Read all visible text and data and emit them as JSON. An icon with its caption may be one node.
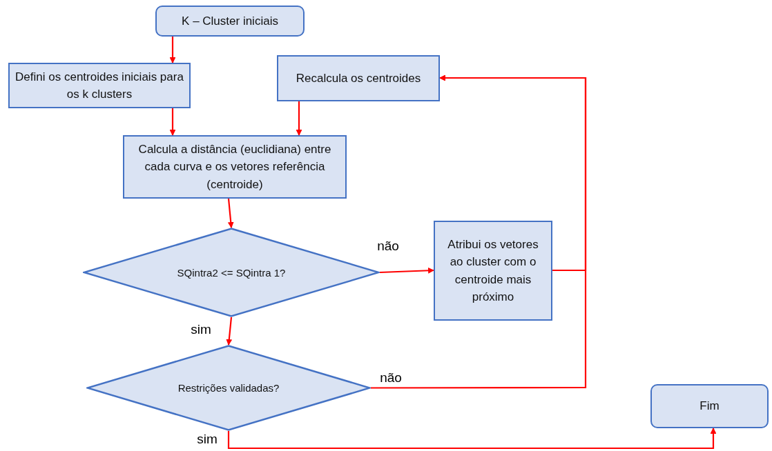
{
  "diagram": {
    "nodes": [
      {
        "text": [
          "K – Cluster iniciais"
        ]
      },
      {
        "text": [
          "Defini os centroides iniciais para os k clusters"
        ]
      },
      {
        "text": [
          "Recalcula os centroides"
        ]
      },
      {
        "text": [
          "Calcula a distância (euclidiana) entre cada curva e os vetores referência (centroide)"
        ]
      },
      {
        "text": [
          "SQintra2 <= SQintra 1?"
        ]
      },
      {
        "text": [
          "Atribui os vetores ao cluster com o centroide mais próximo"
        ]
      },
      {
        "text": [
          "Restrições validadas?"
        ]
      },
      {
        "text": [
          "Fim"
        ]
      }
    ],
    "edges": [
      {
        "from": 0,
        "to": 1,
        "arrow": "to"
      },
      {
        "from": 1,
        "to": 3,
        "arrow": "to"
      },
      {
        "from": 2,
        "to": 3,
        "arrow": "to"
      },
      {
        "from": 3,
        "to": 4,
        "arrow": "to"
      },
      {
        "from": 4,
        "to": 5,
        "label": "não",
        "arrow": "to"
      },
      {
        "from": 4,
        "to": 6,
        "label": "sim",
        "arrow": "to"
      },
      {
        "from": 5,
        "to": 2,
        "arrow": "to"
      },
      {
        "from": 6,
        "to": 2,
        "label": "não",
        "arrow": "to"
      },
      {
        "from": 6,
        "to": 7,
        "label": "sim",
        "arrow": "to"
      }
    ]
  }
}
